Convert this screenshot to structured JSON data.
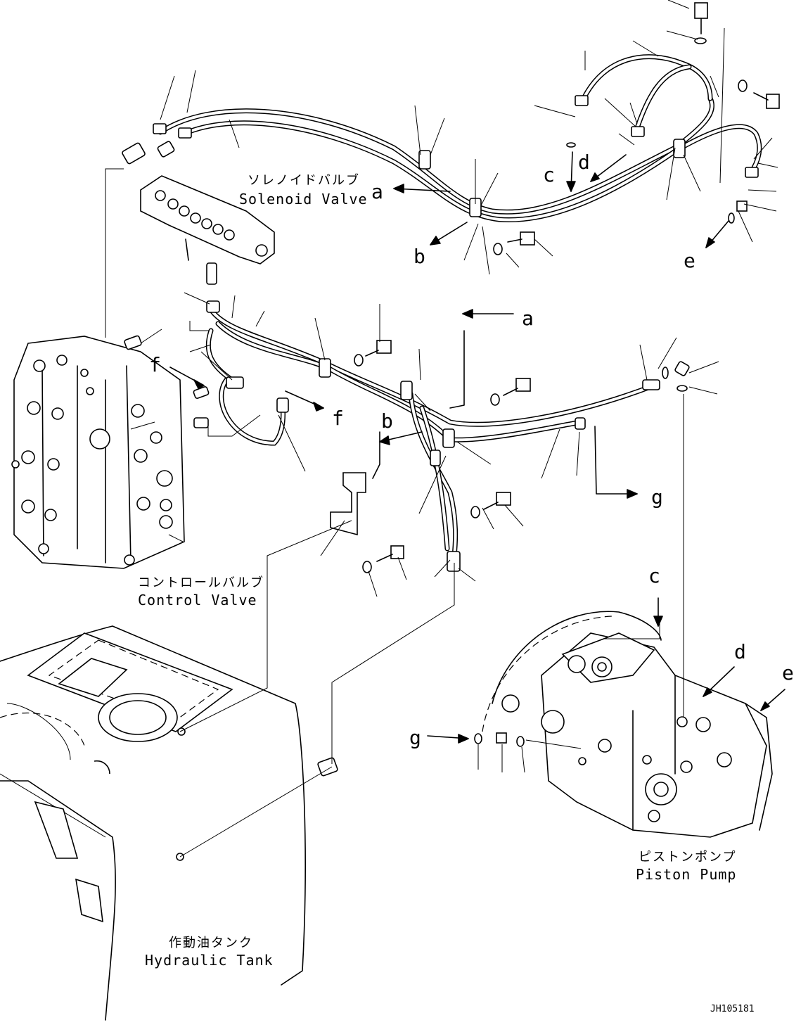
{
  "components": {
    "solenoid_valve": {
      "jp": "ソレノイドバルブ",
      "en": "Solenoid Valve"
    },
    "control_valve": {
      "jp": "コントロールバルブ",
      "en": "Control Valve"
    },
    "hydraulic_tank": {
      "jp": "作動油タンク",
      "en": "Hydraulic Tank"
    },
    "piston_pump": {
      "jp": "ピストンポンプ",
      "en": "Piston Pump"
    }
  },
  "callouts": {
    "a_top": "a",
    "b_top": "b",
    "c_top": "c",
    "d_top": "d",
    "e_top": "e",
    "a_mid": "a",
    "b_mid": "b",
    "f_left": "f",
    "f_mid": "f",
    "g_mid": "g",
    "c_pump": "c",
    "d_pump": "d",
    "e_pump": "e",
    "g_pump": "g"
  },
  "drawing_number": "JH105181"
}
